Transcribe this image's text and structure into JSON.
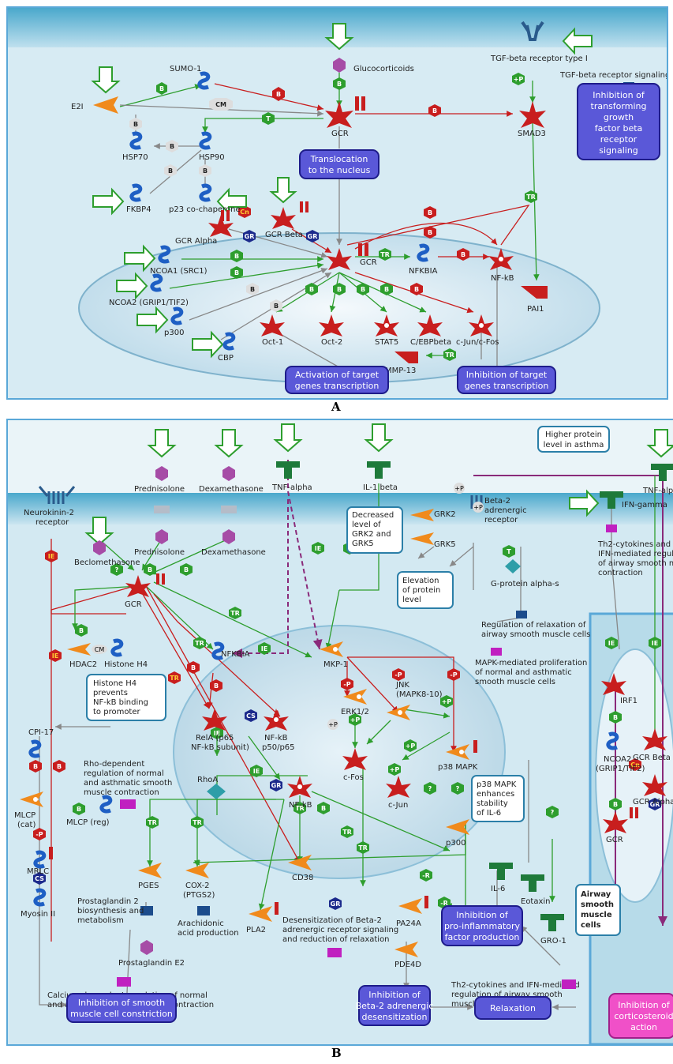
{
  "captions": {
    "a": "A",
    "b": "B"
  },
  "panelA": {
    "labels": {
      "glucocorticoids": "Glucocorticoids",
      "tgf_receptor": "TGF-beta receptor type I",
      "tgf_signaling": "TGF-beta receptor signaling",
      "sumo1": "SUMO-1",
      "e2i": "E2I",
      "gcr": "GCR",
      "smad3": "SMAD3",
      "hsp70": "HSP70",
      "hsp90": "HSP90",
      "fkbp4": "FKBP4",
      "p23": "p23 co-chaperone",
      "gcr_alpha": "GCR Alpha",
      "gcr_beta": "GCR Beta",
      "ncoa1": "NCOA1 (SRC1)",
      "ncoa2": "NCOA2 (GRIP1/TIF2)",
      "p300": "p300",
      "cbp": "CBP",
      "gcr_nuc": "GCR",
      "nfkbia": "NFKBIA",
      "nfkb": "NF-kB",
      "pai1": "PAI1",
      "oct1": "Oct-1",
      "oct2": "Oct-2",
      "stat5": "STAT5",
      "cebp": "C/EBPbeta",
      "cjun_cfos": "c-Jun/c-Fos",
      "mmp13": "MMP-13"
    },
    "boxes": {
      "inhibition_tgf": [
        "Inhibition of",
        "transforming",
        "growth",
        "factor beta",
        "receptor",
        "signaling"
      ],
      "translocation": [
        "Translocation",
        "to the nucleus"
      ],
      "activation": [
        "Activation of target",
        "genes transcription"
      ],
      "inhibition_target": [
        "Inhibition of target",
        "genes transcription"
      ]
    },
    "hex": {
      "B": "B",
      "CM": "CM",
      "T": "T",
      "P": "+P",
      "TR": "TR",
      "Cn": "Cn",
      "GR": "GR"
    },
    "colors": {
      "green": "#2e9e2e",
      "red": "#c81e1e",
      "gray": "#9a9a9a",
      "navy": "#1c2a8c",
      "orange": "#f08a1c",
      "purple": "#a64ca6"
    }
  },
  "panelB": {
    "labels": {
      "prednisolone_top": "Prednisolone",
      "dexamethasone_top": "Dexamethasone",
      "tnf_alpha": "TNF-alpha",
      "il1_beta": "IL-1 beta",
      "tnf_alpha_right": "TNF-alph",
      "neurokinin": "Neurokinin-2",
      "receptor": "receptor",
      "beclomethasone": "Beclomethasone",
      "prednisolone": "Prednisolone",
      "dexamethasone": "Dexamethasone",
      "beta2_receptor": "Beta-2",
      "beta2_receptor2": "adrenergic",
      "beta2_receptor3": "receptor",
      "grk2": "GRK2",
      "grk5": "GRK5",
      "g_protein": "G-protein alpha-s",
      "ifn_gamma": "IFN-gamma",
      "th2_top_1": "Th2-cytokines and",
      "th2_top_2": "IFN-mediated regulation",
      "th2_top_3": "of airway smooth muscle",
      "th2_top_4": "contraction",
      "gcr": "GCR",
      "reg_relax_1": "Regulation of relaxation of",
      "reg_relax_2": "airway smooth muscle cells",
      "mkp1": "MKP-1",
      "mapk_prolif_1": "MAPK-mediated proliferation",
      "mapk_prolif_2": "of normal and asthmatic",
      "mapk_prolif_3": "smooth muscle cells",
      "hdac2": "HDAC2",
      "histone_h4": "Histone H4",
      "nfkbia": "NFKBIA",
      "erk12": "ERK1/2",
      "jnk1": "JNK",
      "jnk2": "(MAPK8-10)",
      "cpi17": "CPI-17",
      "rela1": "RelA (p65",
      "rela2": "NF-kB subunit)",
      "nfkb_p50_1": "NF-kB",
      "nfkb_p50_2": "p50/p65",
      "rho_1": "Rho-dependent",
      "rho_2": "regulation of normal",
      "rho_3": "and asthmatic smooth",
      "rho_4": "muscle contraction",
      "rhoa": "RhoA",
      "cfos": "c-Fos",
      "cjun": "c-Jun",
      "p38": "p38 MAPK",
      "mlcp_cat1": "MLCP",
      "mlcp_cat2": "(cat)",
      "mlcp_reg": "MLCP (reg)",
      "nfkb": "NF-kB",
      "p300": "p300",
      "cd38": "CD38",
      "mrlc": "MRLC",
      "pges": "PGES",
      "cox2_1": "COX-2",
      "cox2_2": "(PTGS2)",
      "il6": "IL-6",
      "eotaxin": "Eotaxin",
      "pg2_bio_1": "Prostaglandin 2",
      "pg2_bio_2": "biosynthesis and",
      "pg2_bio_3": "metabolism",
      "arach_1": "Arachidonic",
      "arach_2": "acid production",
      "pla2": "PLA2",
      "desens_1": "Desensitization of Beta-2",
      "desens_2": "adrenergic receptor signaling",
      "desens_3": "and reduction of relaxation",
      "pa24a": "PA24A",
      "myosin": "Myosin II",
      "pge2": "Prostaglandin E2",
      "pde4d": "PDE4D",
      "gro1": "GRO-1",
      "calcium_1": "Calcium-dependent regulation of normal",
      "calcium_2": "and asthmatic smooth muscle contraction",
      "th2_bot_1": "Th2-cytokines and IFN-mediated",
      "th2_bot_2": "regulation of airway smooth",
      "th2_bot_3": "muscle contraction",
      "irf1": "IRF1",
      "gcr_beta": "GCR Beta",
      "ncoa2_1": "NCOA2",
      "ncoa2_2": "(GRIP1/TIF2)",
      "gcr_alpha": "GCR Alpha",
      "gcr_right": "GCR"
    },
    "white_boxes": {
      "higher": [
        "Higher protein",
        "level in asthma"
      ],
      "decreased": [
        "Decreased",
        "level of",
        "GRK2 and",
        "GRK5"
      ],
      "elevation": [
        "Elevation",
        "of protein",
        "level"
      ],
      "histone_prev": [
        "Histone H4",
        "prevents",
        "NF-kB binding",
        "to  promoter"
      ],
      "p38_enh": [
        "p38 MAPK",
        "enhances",
        "stability",
        "of IL-6"
      ],
      "airway": [
        "Airway",
        "smooth",
        "muscle",
        "cells"
      ]
    },
    "blue_boxes": {
      "inhib_smooth": [
        "Inhibition of smooth",
        "muscle cell constriction"
      ],
      "inhib_beta2": [
        "Inhibition of",
        "Beta-2 adrenergic",
        "desensitization"
      ],
      "relaxation": [
        "Relaxation"
      ],
      "inhib_proinf": [
        "Inhibition of",
        "pro-inflammatory",
        "factor production"
      ],
      "inhib_cortico": [
        "Inhibition of",
        "corticosteroid",
        "action"
      ]
    }
  }
}
